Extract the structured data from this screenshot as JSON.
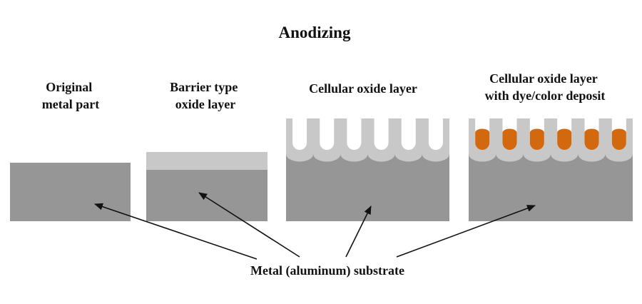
{
  "title": "Anodizing",
  "stages": [
    {
      "id": "original",
      "label_lines": [
        "Original",
        "metal part"
      ]
    },
    {
      "id": "barrier",
      "label_lines": [
        "Barrier type",
        "oxide layer"
      ]
    },
    {
      "id": "cellular",
      "label_lines": [
        "Cellular oxide layer"
      ]
    },
    {
      "id": "dyed",
      "label_lines": [
        "Cellular oxide layer",
        "with dye/color deposit"
      ]
    }
  ],
  "substrate_label": "Metal (aluminum) substrate",
  "colors": {
    "metal": "#969696",
    "oxide": "#c8c8c8",
    "pore": "#ffffff",
    "dye": "#d2690f",
    "text": "#111111",
    "arrow": "#111111"
  }
}
